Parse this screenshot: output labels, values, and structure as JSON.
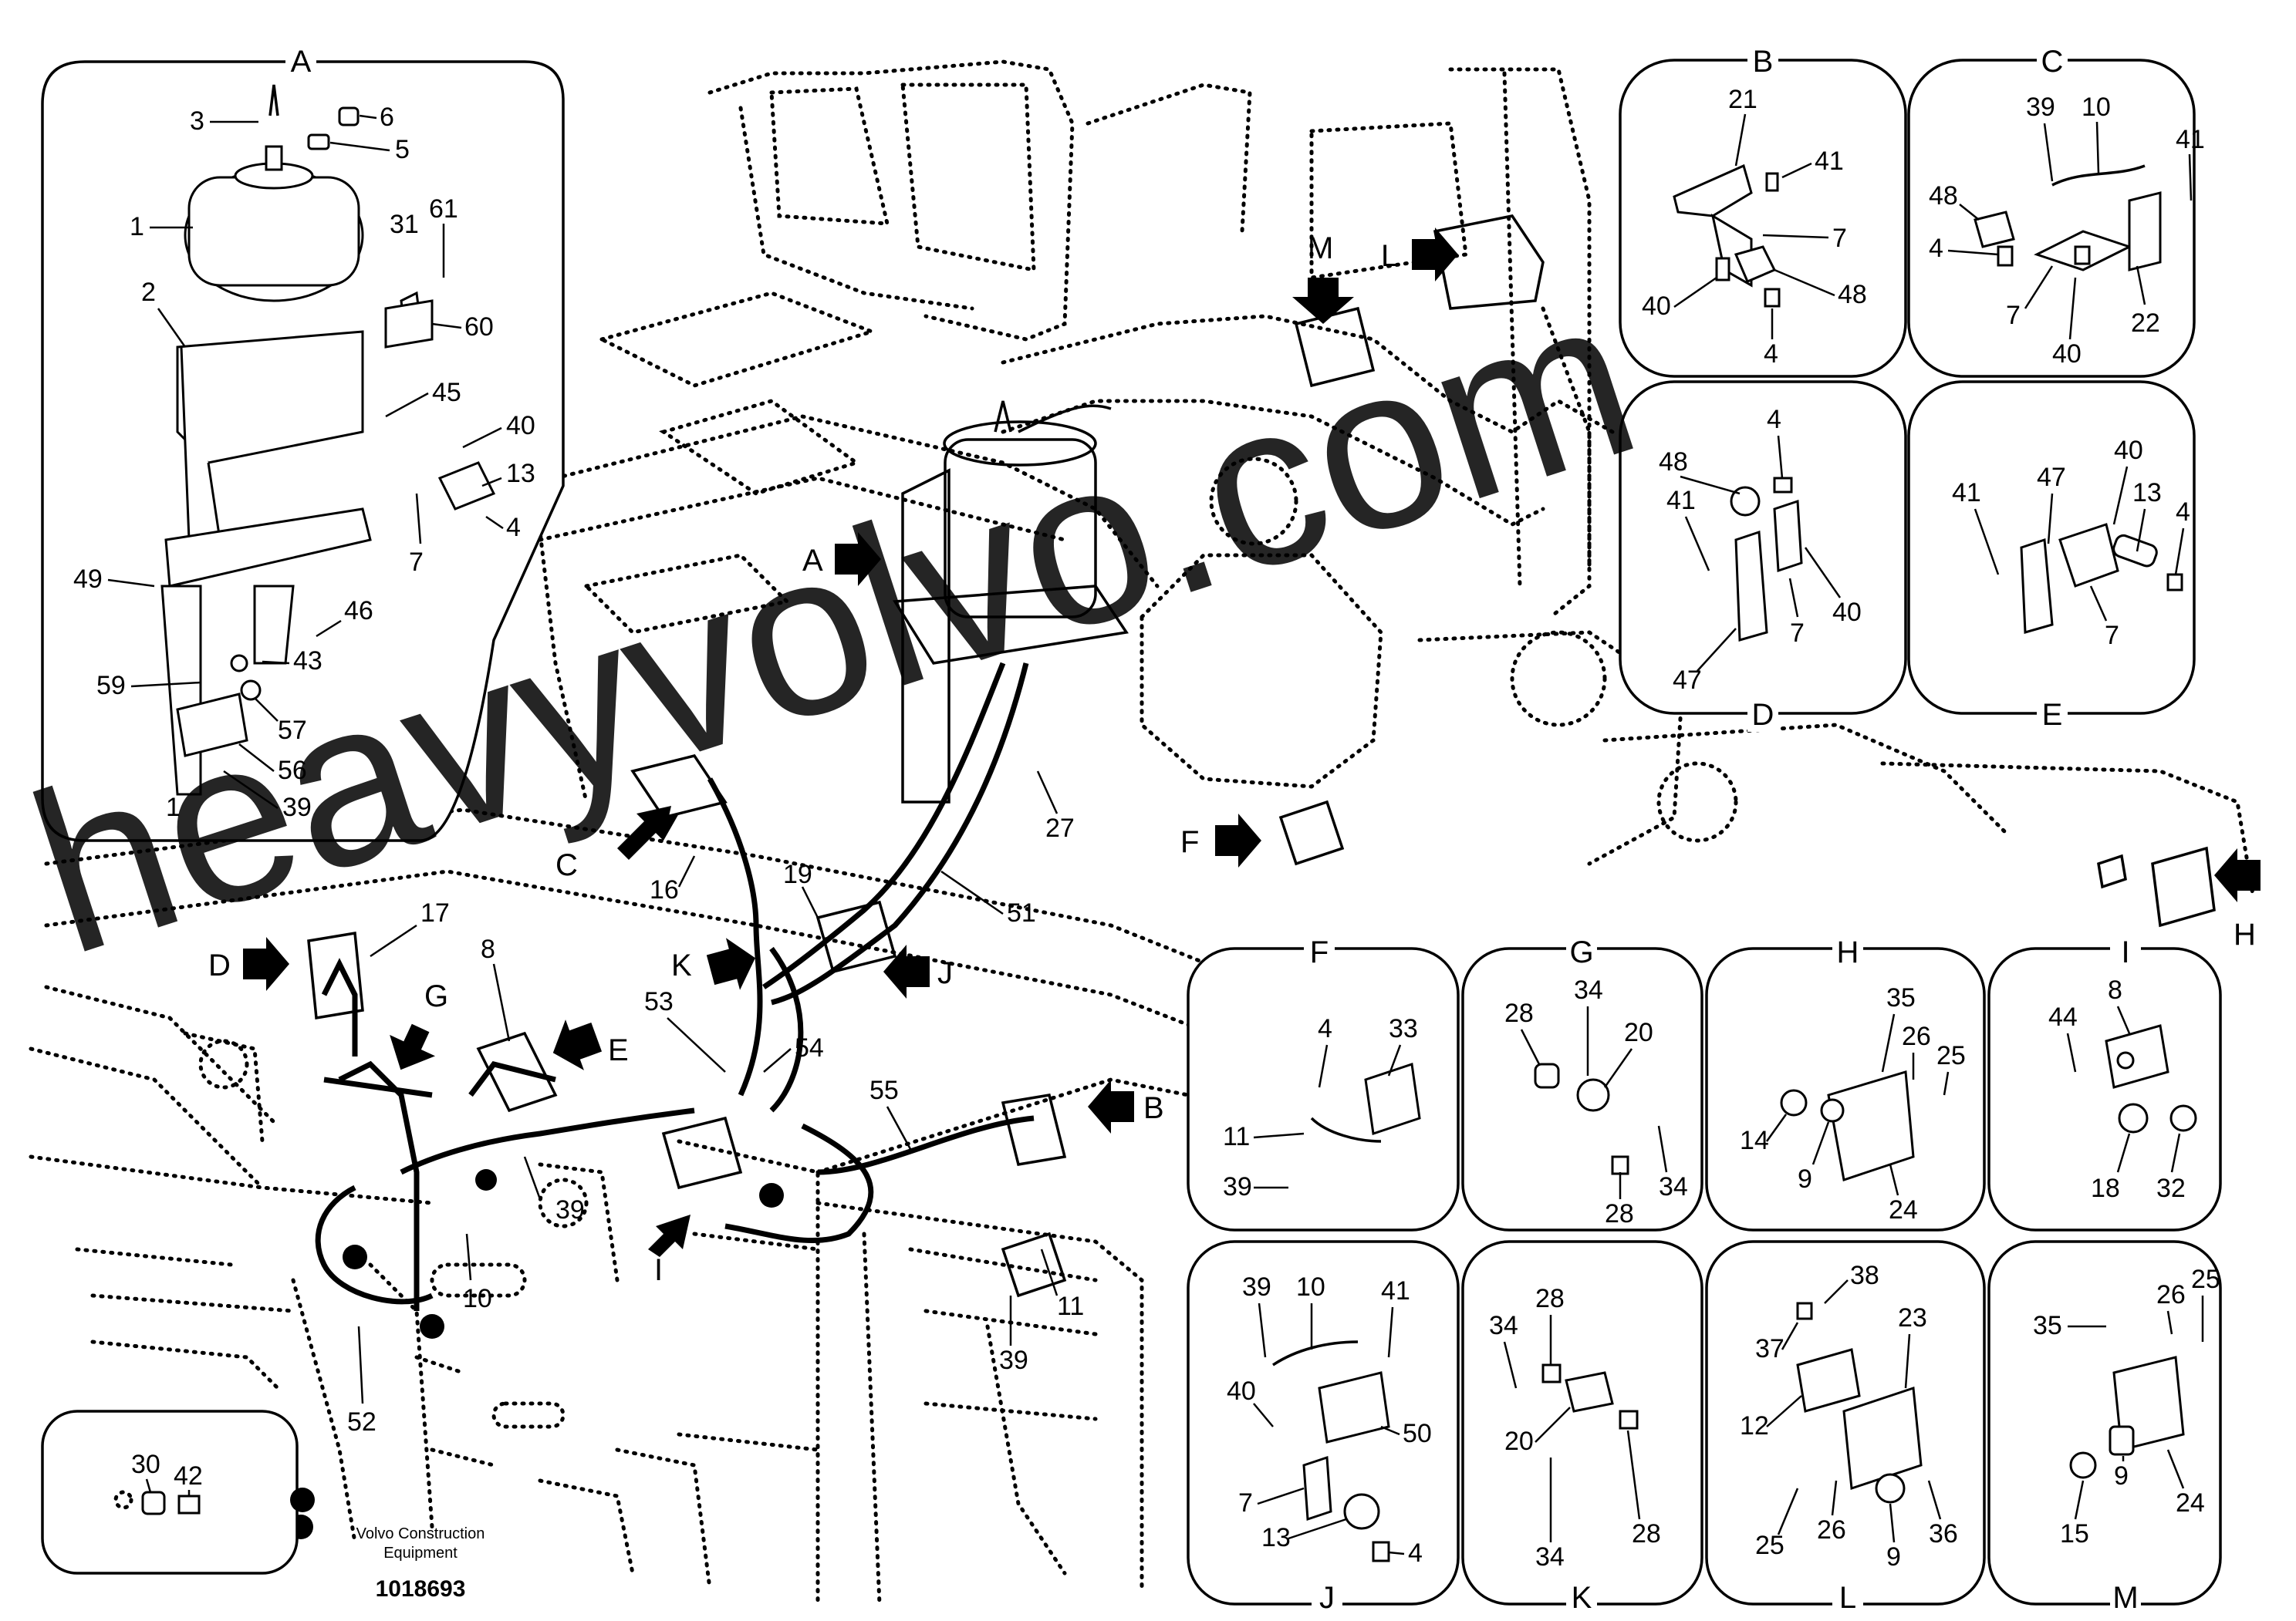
{
  "main_views": {
    "A": {
      "letter": "A",
      "callouts": [
        "3",
        "6",
        "5",
        "1",
        "2",
        "31",
        "61",
        "60",
        "45",
        "40",
        "13",
        "4",
        "7",
        "49",
        "46",
        "59",
        "43",
        "57",
        "56",
        "1",
        "39"
      ]
    },
    "B": {
      "letter": "B",
      "callouts": [
        "21",
        "41",
        "7",
        "40",
        "48",
        "4"
      ]
    },
    "C": {
      "letter": "C",
      "callouts": [
        "39",
        "10",
        "41",
        "48",
        "4",
        "7",
        "40",
        "22"
      ]
    },
    "D": {
      "letter": "D",
      "callouts": [
        "48",
        "4",
        "41",
        "7",
        "40",
        "47"
      ]
    },
    "E": {
      "letter": "E",
      "callouts": [
        "40",
        "41",
        "47",
        "13",
        "4",
        "7"
      ]
    },
    "F": {
      "letter": "F",
      "callouts": [
        "4",
        "33",
        "11",
        "39"
      ]
    },
    "G": {
      "letter": "G",
      "callouts": [
        "28",
        "34",
        "20",
        "34",
        "28"
      ]
    },
    "H": {
      "letter": "H",
      "callouts": [
        "35",
        "26",
        "25",
        "14",
        "9",
        "24"
      ]
    },
    "I": {
      "letter": "I",
      "callouts": [
        "44",
        "8",
        "18",
        "32"
      ]
    },
    "J": {
      "letter": "J",
      "callouts": [
        "39",
        "10",
        "41",
        "40",
        "50",
        "7",
        "13",
        "4"
      ]
    },
    "K": {
      "letter": "K",
      "callouts": [
        "34",
        "28",
        "20",
        "34",
        "28"
      ]
    },
    "L": {
      "letter": "L",
      "callouts": [
        "38",
        "37",
        "23",
        "12",
        "25",
        "26",
        "9",
        "36"
      ]
    },
    "M": {
      "letter": "M",
      "callouts": [
        "35",
        "26",
        "25",
        "24",
        "15",
        "9"
      ]
    },
    "bottom_left": {
      "callouts": [
        "30",
        "42"
      ]
    }
  },
  "overview": {
    "arrows": [
      "A",
      "C",
      "D",
      "G",
      "E",
      "K",
      "J",
      "I",
      "B",
      "F",
      "H",
      "L",
      "M"
    ],
    "callouts": [
      "27",
      "51",
      "16",
      "19",
      "17",
      "8",
      "53",
      "54",
      "55",
      "10",
      "39",
      "11",
      "39",
      "52"
    ]
  },
  "footer": {
    "company": "Volvo Construction Equipment",
    "company_line1": "Volvo Construction",
    "company_line2": "Equipment",
    "drawing_number": "1018693"
  },
  "watermark": "heavyvolvo.com"
}
